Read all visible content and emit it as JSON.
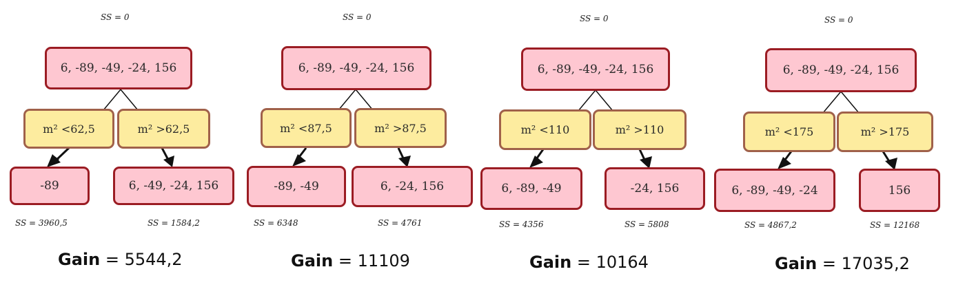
{
  "trees": [
    {
      "top_ss": "SS = 0",
      "root": "6, -89, -49, -24, 156",
      "left_cond": "m² <62,5",
      "right_cond": "m² >62,5",
      "left_leaf": "-89",
      "right_leaf": "6, -49, -24, 156",
      "left_ss": "SS = 3960,5",
      "right_ss": "SS = 1584,2",
      "gain_label": "Gain",
      "gain_value": "= 5544,2"
    },
    {
      "top_ss": "SS = 0",
      "root": "6, -89, -49, -24, 156",
      "left_cond": "m² <87,5",
      "right_cond": "m² >87,5",
      "left_leaf": "-89, -49",
      "right_leaf": "6, -24, 156",
      "left_ss": "SS = 6348",
      "right_ss": "SS = 4761",
      "gain_label": "Gain",
      "gain_value": "= 11109"
    },
    {
      "top_ss": "SS = 0",
      "root": "6, -89, -49, -24, 156",
      "left_cond": "m² <110",
      "right_cond": "m² >110",
      "left_leaf": "6, -89, -49",
      "right_leaf": "-24, 156",
      "left_ss": "SS = 4356",
      "right_ss": "SS = 5808",
      "gain_label": "Gain",
      "gain_value": "= 10164"
    },
    {
      "top_ss": "SS = 0",
      "root": "6, -89, -49, -24, 156",
      "left_cond": "m² <175",
      "right_cond": "m² >175",
      "left_leaf": "6, -89, -49, -24",
      "right_leaf": "156",
      "left_ss": "SS = 4867,2",
      "right_ss": "SS = 12168",
      "gain_label": "Gain",
      "gain_value": "= 17035,2"
    }
  ]
}
